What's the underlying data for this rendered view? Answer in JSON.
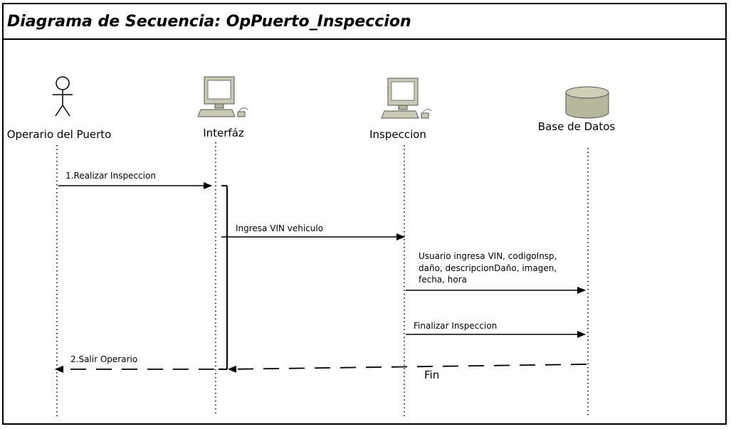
{
  "title": "Diagrama de Secuencia: OpPuerto_Inspeccion",
  "participants": [
    {
      "id": "operario",
      "label": "Operario del Puerto",
      "icon": "actor-stick-figure-icon"
    },
    {
      "id": "interfaz",
      "label": "Interfáz",
      "icon": "computer-icon"
    },
    {
      "id": "inspeccion",
      "label": "Inspeccion",
      "icon": "computer-icon"
    },
    {
      "id": "bd",
      "label": "Base de Datos",
      "icon": "database-cylinder-icon"
    }
  ],
  "messages": [
    {
      "id": "m1",
      "lines": [
        "1.Realizar Inspeccion"
      ],
      "from": "operario",
      "to": "interfaz",
      "style": "solid"
    },
    {
      "id": "m2",
      "lines": [
        "Ingresa VIN vehiculo"
      ],
      "from": "interfaz",
      "to": "inspeccion",
      "style": "solid"
    },
    {
      "id": "m3",
      "lines": [
        "Usuario ingresa VIN, codigoInsp,",
        "daño, descripcionDaño, imagen,",
        "fecha, hora"
      ],
      "from": "inspeccion",
      "to": "bd",
      "style": "solid"
    },
    {
      "id": "m4",
      "lines": [
        "Finalizar Inspeccion"
      ],
      "from": "inspeccion",
      "to": "bd",
      "style": "solid"
    },
    {
      "id": "m5",
      "lines": [
        "Fin"
      ],
      "from": "bd",
      "to": "interfaz",
      "style": "dashed"
    },
    {
      "id": "m6",
      "lines": [
        "2.Salir Operario"
      ],
      "from": "interfaz",
      "to": "operario",
      "style": "dashed"
    }
  ],
  "colors": {
    "line": "#000000",
    "computer": "#c9c9b4",
    "database": "#b7b79d"
  }
}
